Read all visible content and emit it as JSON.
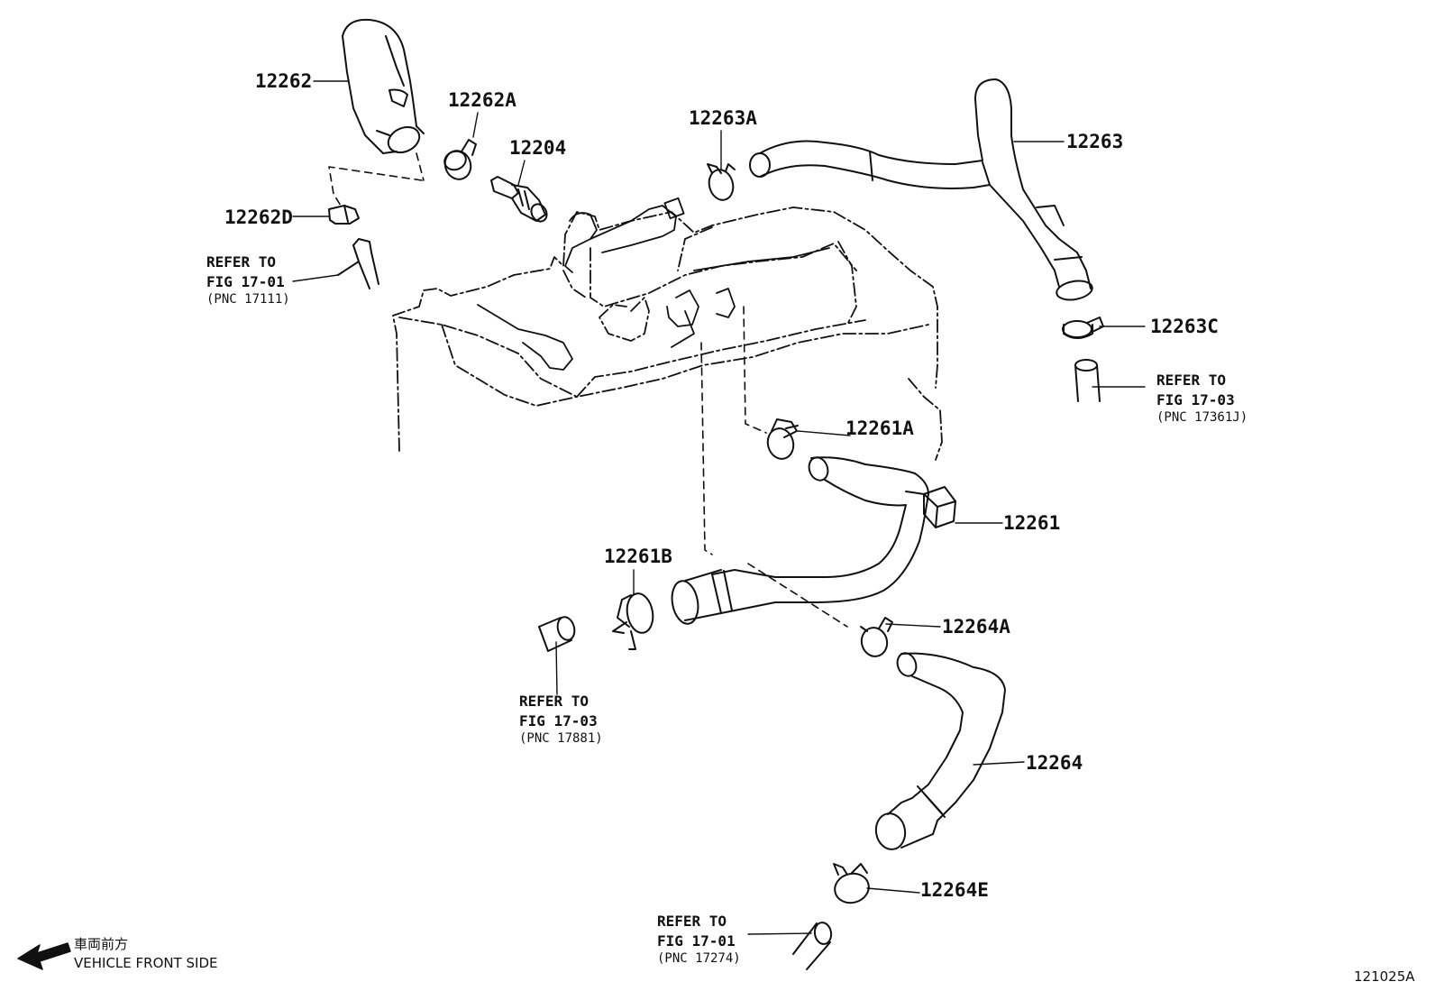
{
  "parts": {
    "p12262": "12262",
    "p12262A": "12262A",
    "p12204": "12204",
    "p12263A": "12263A",
    "p12263": "12263",
    "p12262D": "12262D",
    "p12263C": "12263C",
    "p12261A": "12261A",
    "p12261": "12261",
    "p12261B": "12261B",
    "p12264A": "12264A",
    "p12264": "12264",
    "p12264E": "12264E"
  },
  "references": [
    {
      "line1": "REFER TO",
      "line2": "FIG 17-01",
      "line3": "(PNC 17111)"
    },
    {
      "line1": "REFER TO",
      "line2": "FIG 17-03",
      "line3": "(PNC 17361J)"
    },
    {
      "line1": "REFER TO",
      "line2": "FIG 17-03",
      "line3": "(PNC 17881)"
    },
    {
      "line1": "REFER TO",
      "line2": "FIG 17-01",
      "line3": "(PNC 17274)"
    }
  ],
  "direction": {
    "japanese": "車両前方",
    "english": "VEHICLE FRONT SIDE",
    "arrow_icon": "arrow-left-icon"
  },
  "figure_code": "121025A",
  "colors": {
    "ink": "#111111",
    "paper": "#ffffff"
  }
}
